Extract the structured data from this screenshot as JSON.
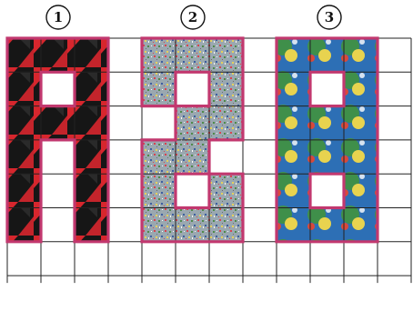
{
  "figure": {
    "grid": {
      "cols": 12,
      "rows": 7,
      "line_color": "#222222",
      "background": "#ffffff"
    },
    "outline_color": "#c2386f",
    "labels": [
      "1",
      "2",
      "3"
    ],
    "shapes": [
      {
        "label": "1",
        "pattern": "black-red-triangles",
        "colors": {
          "base": "#161616",
          "accent": "#d7262d"
        },
        "cells": [
          [
            0,
            0
          ],
          [
            1,
            0
          ],
          [
            2,
            0
          ],
          [
            0,
            1
          ],
          [
            2,
            1
          ],
          [
            0,
            2
          ],
          [
            1,
            2
          ],
          [
            2,
            2
          ],
          [
            0,
            3
          ],
          [
            2,
            3
          ],
          [
            0,
            4
          ],
          [
            2,
            4
          ],
          [
            0,
            5
          ],
          [
            2,
            5
          ]
        ]
      },
      {
        "label": "2",
        "pattern": "speckled-noise",
        "colors": {
          "base": "#9aa8b0",
          "speckles": [
            "#d8434f",
            "#4f8a4a",
            "#3d5fa0",
            "#e6d15a",
            "#ffffff",
            "#6b6b6b"
          ]
        },
        "cells": [
          [
            4,
            0
          ],
          [
            5,
            0
          ],
          [
            6,
            0
          ],
          [
            4,
            1
          ],
          [
            6,
            1
          ],
          [
            6,
            2
          ],
          [
            5,
            2
          ],
          [
            5,
            3
          ],
          [
            4,
            3
          ],
          [
            4,
            4
          ],
          [
            4,
            5
          ],
          [
            5,
            5
          ],
          [
            6,
            5
          ],
          [
            6,
            4
          ]
        ]
      },
      {
        "label": "3",
        "pattern": "globe-tiles",
        "colors": {
          "ocean": "#2d6fb5",
          "land": "#3f8f4a",
          "highlight": "#e8d34f",
          "accent": "#d9493a"
        },
        "cells": [
          [
            8,
            0
          ],
          [
            9,
            0
          ],
          [
            10,
            0
          ],
          [
            8,
            1
          ],
          [
            10,
            1
          ],
          [
            8,
            2
          ],
          [
            9,
            2
          ],
          [
            10,
            2
          ],
          [
            8,
            3
          ],
          [
            9,
            3
          ],
          [
            10,
            3
          ],
          [
            8,
            4
          ],
          [
            10,
            4
          ],
          [
            8,
            5
          ],
          [
            9,
            5
          ],
          [
            10,
            5
          ]
        ]
      }
    ]
  }
}
